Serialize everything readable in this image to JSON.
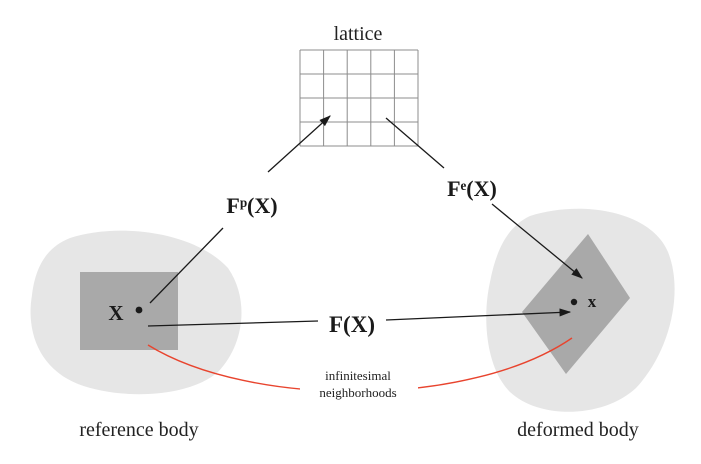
{
  "labels": {
    "lattice": "lattice",
    "fp": "Fᵖ(X)",
    "fe": "Fᵉ(X)",
    "f": "F(X)",
    "x_ref": "X",
    "x_def": "x",
    "neighborhoods_line1": "infinitesimal",
    "neighborhoods_line2": "neighborhoods",
    "reference_body": "reference body",
    "deformed_body": "deformed body"
  },
  "colors": {
    "body_fill": "#e6e6e6",
    "neighborhood_fill": "#a9a9a9",
    "arrow": "#1a1a1a",
    "curve": "#e8442e",
    "grid": "#8c8c8c"
  },
  "lattice_grid": {
    "rows": 4,
    "cols": 5
  }
}
